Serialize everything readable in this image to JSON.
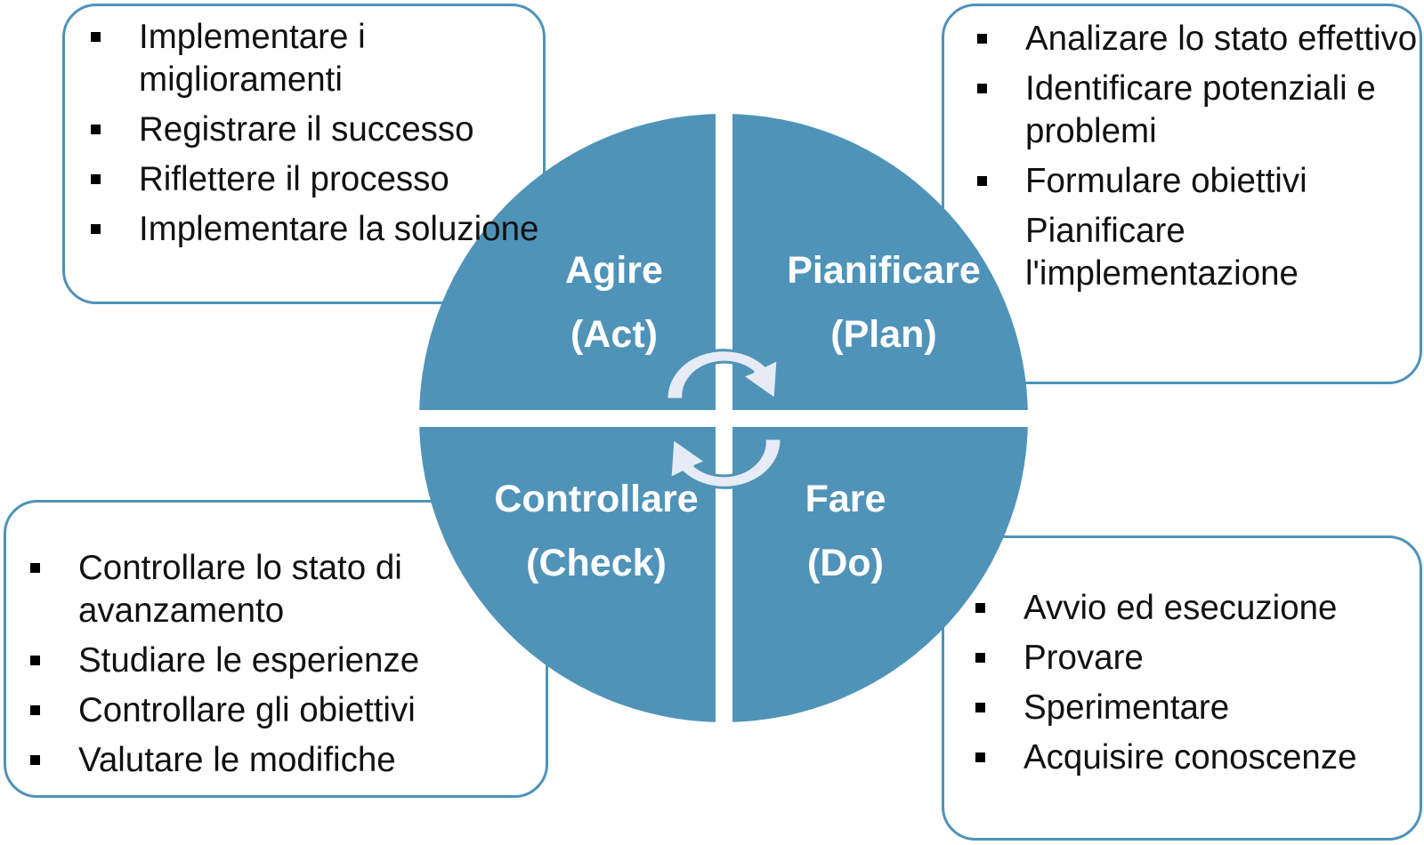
{
  "colors": {
    "quadrant": "#4f93b8",
    "box_border": "#4f93b8",
    "label": "#ffffff",
    "text": "#111111",
    "arrow_fill": "#e6ebf5",
    "arrow_stroke": "#4f93b8"
  },
  "quadrants": {
    "act": {
      "line1": "Agire",
      "line2": "(Act)"
    },
    "plan": {
      "line1": "Pianificare",
      "line2": "(Plan)"
    },
    "check": {
      "line1": "Controllare",
      "line2": "(Check)"
    },
    "do": {
      "line1": "Fare",
      "line2": "(Do)"
    }
  },
  "boxes": {
    "act": {
      "items": [
        {
          "text": "Implementare i miglioramenti",
          "bullet": true
        },
        {
          "text": "Registrare il successo",
          "bullet": true
        },
        {
          "text": "Riflettere il processo",
          "bullet": true
        },
        {
          "text": "Implementare la soluzione",
          "bullet": true
        }
      ]
    },
    "plan": {
      "items": [
        {
          "text": "Analizare lo stato effettivo",
          "bullet": true
        },
        {
          "text": "Identificare potenziali e problemi",
          "bullet": true
        },
        {
          "text": "Formulare obiettivi",
          "bullet": true
        },
        {
          "text": "Pianificare l'implementazione",
          "bullet": false
        }
      ]
    },
    "check": {
      "items": [
        {
          "text": "Controllare lo stato di avanzamento",
          "bullet": true
        },
        {
          "text": "Studiare le esperienze",
          "bullet": true
        },
        {
          "text": "Controllare gli obiettivi",
          "bullet": true
        },
        {
          "text": "Valutare le modifiche",
          "bullet": true
        }
      ]
    },
    "do": {
      "items": [
        {
          "text": "Avvio ed esecuzione",
          "bullet": true
        },
        {
          "text": "Provare",
          "bullet": true
        },
        {
          "text": "Sperimentare",
          "bullet": true
        },
        {
          "text": "Acquisire conoscenze",
          "bullet": true
        }
      ]
    }
  }
}
